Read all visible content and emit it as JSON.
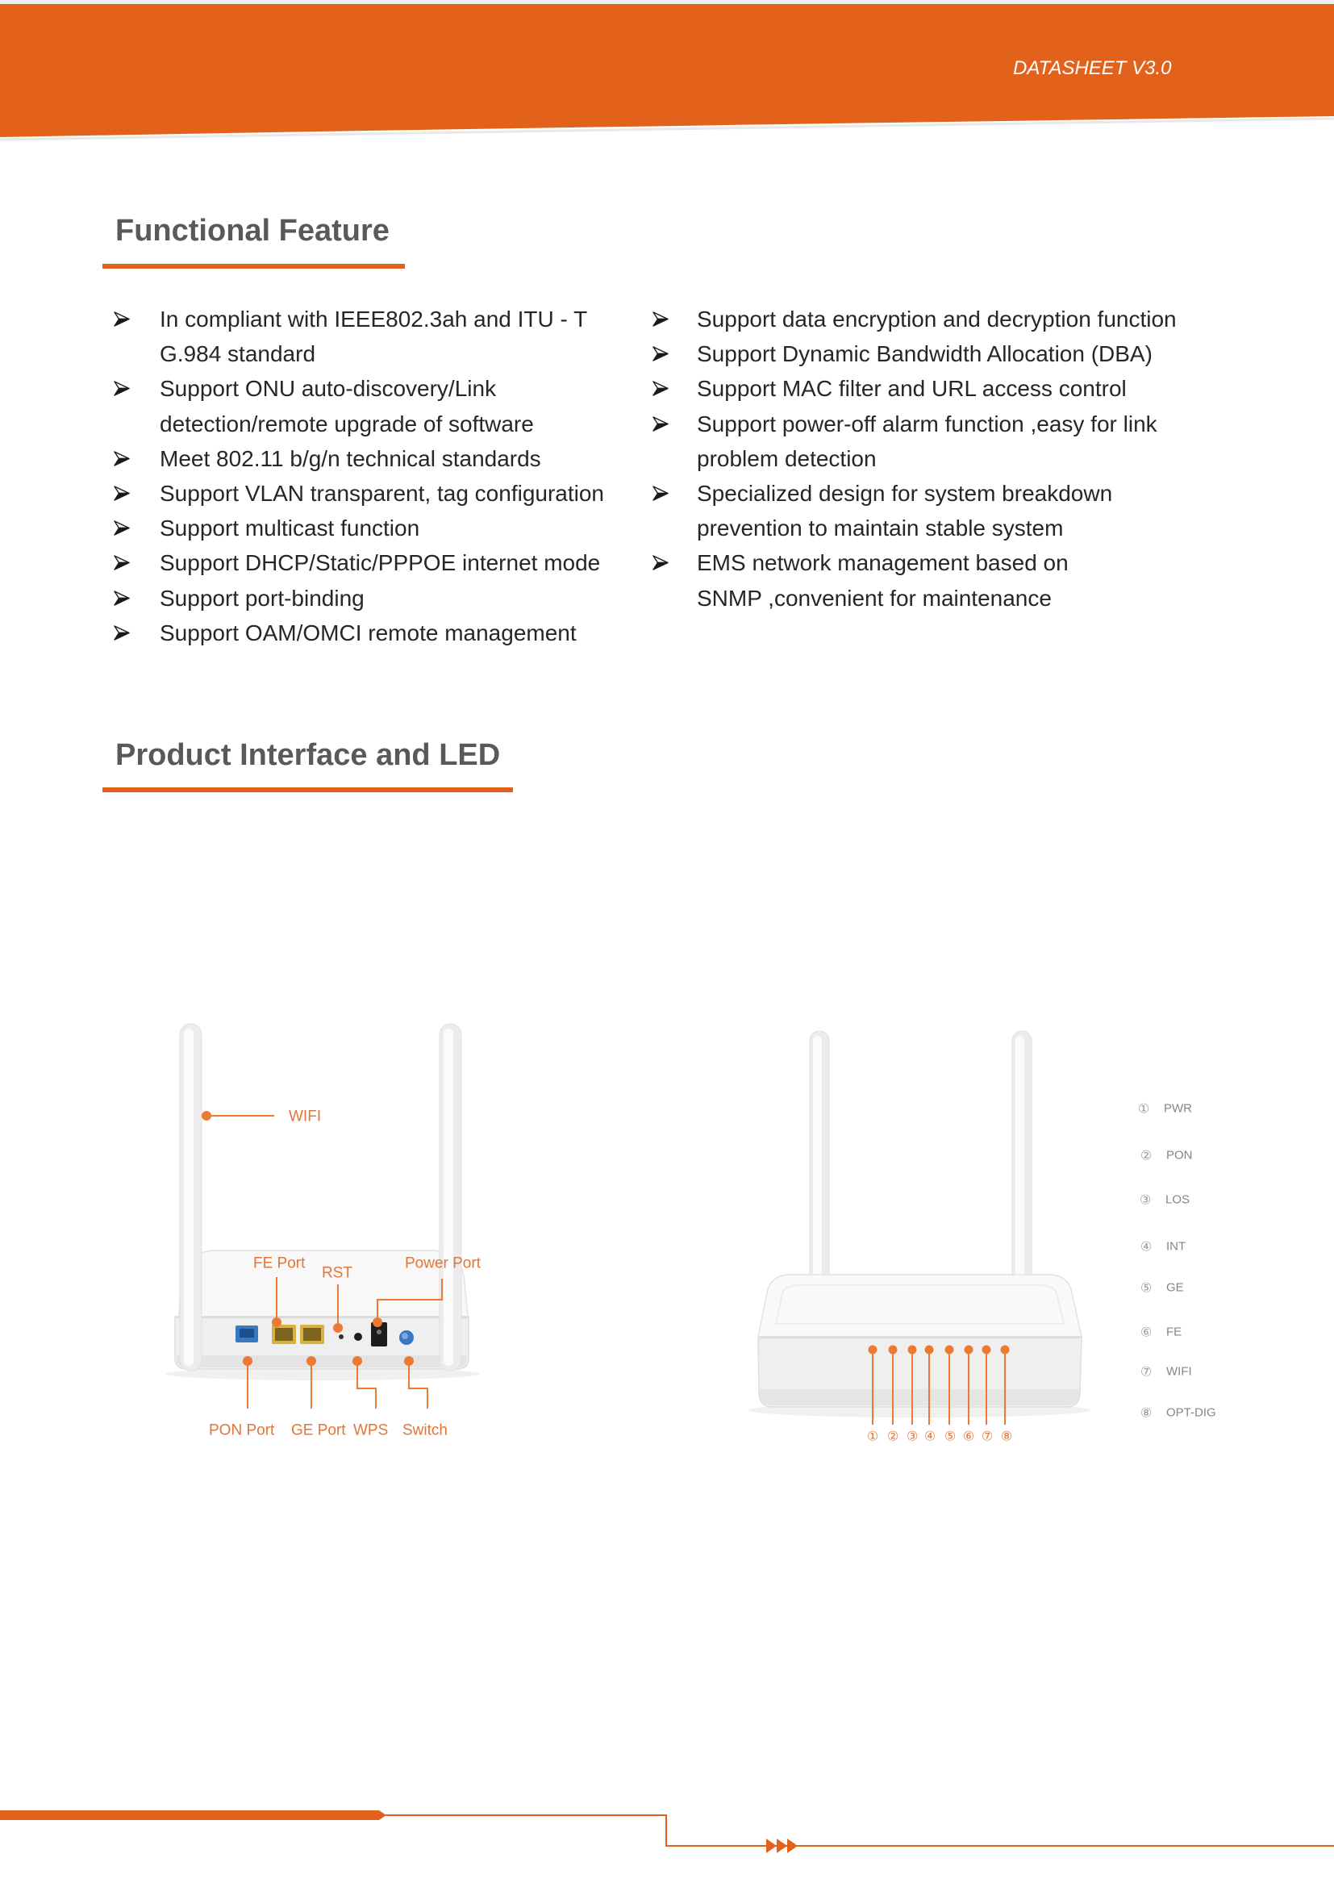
{
  "header": {
    "label": "DATASHEET V3.0"
  },
  "colors": {
    "accent": "#e2621b",
    "heading": "#595959",
    "body_text": "#262626",
    "callout": "#e27538",
    "legend": "#858585"
  },
  "icons": {
    "bullet": "arrowhead-bullet-icon",
    "footer": "triple-arrow-icon"
  },
  "functional_feature": {
    "title": "Functional Feature",
    "left": [
      {
        "lines": [
          "In compliant with IEEE802.3ah and ITU - T",
          "G.984 standard"
        ]
      },
      {
        "lines": [
          "Support ONU auto-discovery/Link",
          "detection/remote upgrade of software"
        ]
      },
      {
        "lines": [
          "Meet 802.11 b/g/n technical standards"
        ]
      },
      {
        "lines": [
          "Support VLAN transparent, tag configuration"
        ]
      },
      {
        "lines": [
          "Support multicast function"
        ]
      },
      {
        "lines": [
          "Support DHCP/Static/PPPOE internet mode"
        ]
      },
      {
        "lines": [
          "Support port-binding"
        ]
      },
      {
        "lines": [
          "Support OAM/OMCI remote management"
        ]
      }
    ],
    "right": [
      {
        "lines": [
          "Support data encryption and decryption function"
        ]
      },
      {
        "lines": [
          "Support Dynamic Bandwidth Allocation (DBA)"
        ]
      },
      {
        "lines": [
          "Support MAC filter and URL access control"
        ]
      },
      {
        "lines": [
          "Support power-off alarm function ,easy for link",
          "problem detection"
        ]
      },
      {
        "lines": [
          "Specialized design for system breakdown",
          "prevention to maintain stable system"
        ]
      },
      {
        "lines": [
          "EMS network management based on",
          "SNMP ,convenient for maintenance"
        ]
      }
    ]
  },
  "product_interface": {
    "title": "Product Interface and LED",
    "rear_labels": {
      "wifi": "WIFI",
      "fe_port": "FE Port",
      "rst": "RST",
      "power_port": "Power Port",
      "pon_port": "PON Port",
      "ge_port": "GE Port",
      "wps": "WPS",
      "switch": "Switch"
    },
    "led_numbers": [
      "①",
      "②",
      "③",
      "④",
      "⑤",
      "⑥",
      "⑦",
      "⑧"
    ],
    "led_legend": [
      {
        "number": "①",
        "label": "PWR"
      },
      {
        "number": "②",
        "label": "PON"
      },
      {
        "number": "③",
        "label": "LOS"
      },
      {
        "number": "④",
        "label": "INT"
      },
      {
        "number": "⑤",
        "label": "GE"
      },
      {
        "number": "⑥",
        "label": "FE"
      },
      {
        "number": "⑦",
        "label": "WIFI"
      },
      {
        "number": "⑧",
        "label": "OPT-DIG"
      }
    ]
  }
}
